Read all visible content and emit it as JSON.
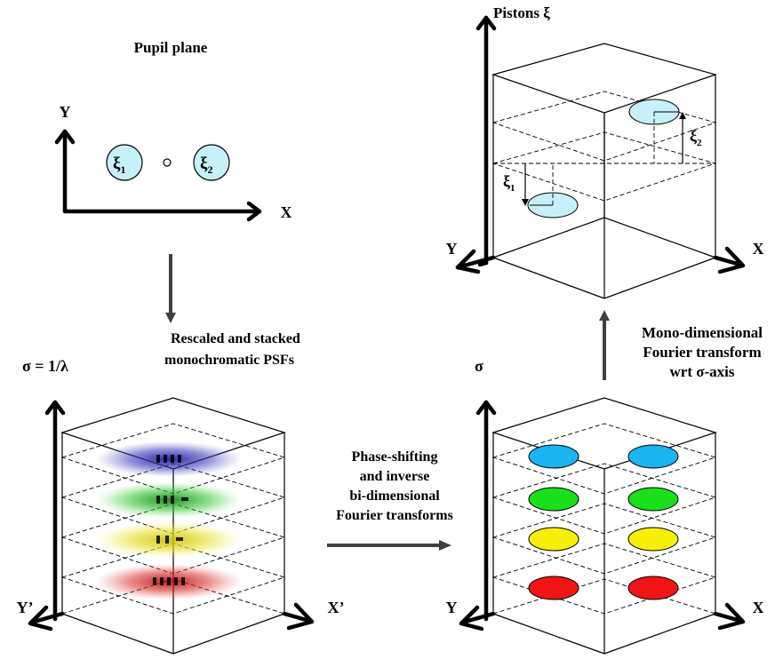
{
  "pupil_plane": {
    "title": "Pupil plane",
    "y_axis": "Y",
    "x_axis": "X",
    "aperture_1": {
      "symbol": "ξ",
      "subscript": "1"
    },
    "aperture_2": {
      "symbol": "ξ",
      "subscript": "2"
    }
  },
  "pistons_cube": {
    "title": "Pistons ξ",
    "y_axis": "Y",
    "x_axis": "X",
    "xi_1": {
      "symbol": "ξ",
      "subscript": "1"
    },
    "xi_2": {
      "symbol": "ξ",
      "subscript": "2"
    }
  },
  "psf_stack": {
    "caption_line1": "Rescaled and stacked",
    "caption_line2": "monochromatic PSFs",
    "vertical_axis": "σ = 1/λ",
    "y_axis": "Y’",
    "x_axis": "X’"
  },
  "sigma_cube": {
    "vertical_axis": "σ",
    "y_axis": "Y",
    "x_axis": "X"
  },
  "transform_phase": {
    "line1": "Phase-shifting",
    "line2": "and inverse",
    "line3": "bi-dimensional",
    "line4": "Fourier transforms"
  },
  "transform_mono": {
    "line1": "Mono-dimensional",
    "line2": "Fourier transform",
    "line3": "wrt σ-axis"
  },
  "colors": {
    "layer_blue": "#1ab4f0",
    "layer_green": "#19e01a",
    "layer_yellow": "#f5ef0a",
    "layer_red": "#f01414",
    "aperture_fill": "#c8f0f8",
    "arrow": "#404040",
    "psf_blue": "#1818a0",
    "psf_green": "#18a018",
    "psf_yellow": "#d8d010",
    "psf_red": "#c81818"
  }
}
